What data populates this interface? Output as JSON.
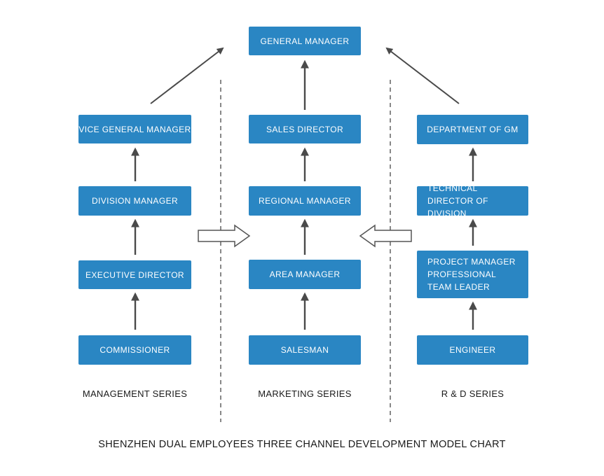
{
  "diagram": {
    "title": "SHENZHEN DUAL EMPLOYEES THREE CHANNEL DEVELOPMENT MODEL CHART",
    "top_node": {
      "label": "GENERAL MANAGER"
    },
    "columns": [
      {
        "series": "MANAGEMENT SERIES",
        "nodes": [
          "VICE GENERAL MANAGER",
          "DIVISION MANAGER",
          "EXECUTIVE DIRECTOR",
          "COMMISSIONER"
        ]
      },
      {
        "series": "MARKETING SERIES",
        "nodes": [
          "SALES DIRECTOR",
          "REGIONAL MANAGER",
          "AREA MANAGER",
          "SALESMAN"
        ]
      },
      {
        "series": "R & D SERIES",
        "nodes": [
          "DEPARTMENT OF GM",
          "TECHNICAL DIRECTOR OF DIVISION",
          "PROJECT MANAGER PROFESSIONAL TEAM LEADER",
          "ENGINEER"
        ]
      }
    ],
    "colors": {
      "node_fill": "#2a86c3",
      "node_text": "#ffffff",
      "connector": "#4a4a4a",
      "divider": "#555555",
      "label_text": "#1a1a1a"
    }
  }
}
